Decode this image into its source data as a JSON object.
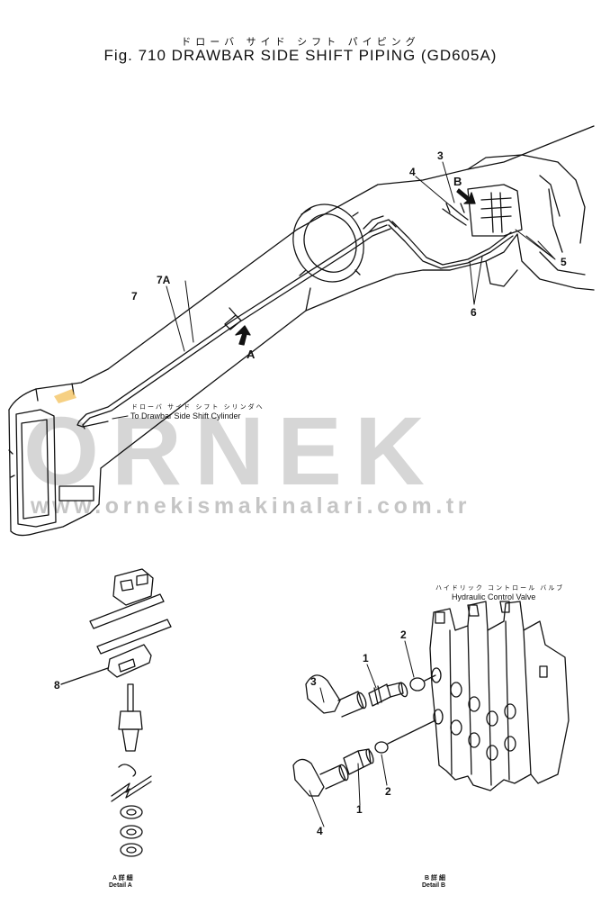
{
  "header": {
    "title_jp": "ドローバ サイド シフト パイピング",
    "title": "Fig. 710 DRAWBAR SIDE SHIFT PIPING (GD605A)"
  },
  "watermark": {
    "brand": "ORNEK",
    "url": "www.ornekismakinalari.com.tr",
    "color": "#cfcfcf",
    "accent_color": "#f0b030"
  },
  "callouts": {
    "n3": "3",
    "n4": "4",
    "nB": "B",
    "n5": "5",
    "n6": "6",
    "n7A": "7A",
    "n7": "7",
    "nA": "A",
    "n8": "8",
    "d1a": "1",
    "d2a": "2",
    "d3": "3",
    "d2b": "2",
    "d4": "4",
    "d1b": "1"
  },
  "labels": {
    "cylinder_jp": "ドローバ サイド シフト シリンダへ",
    "cylinder": "To Drawbar Side Shift Cylinder",
    "valve_jp": "ハイドリック コントロール バルブ",
    "valve": "Hydraulic Control Valve",
    "detail_a_jp": "A 詳 細",
    "detail_a": "Detail A",
    "detail_b_jp": "B 詳 細",
    "detail_b": "Detail B"
  }
}
